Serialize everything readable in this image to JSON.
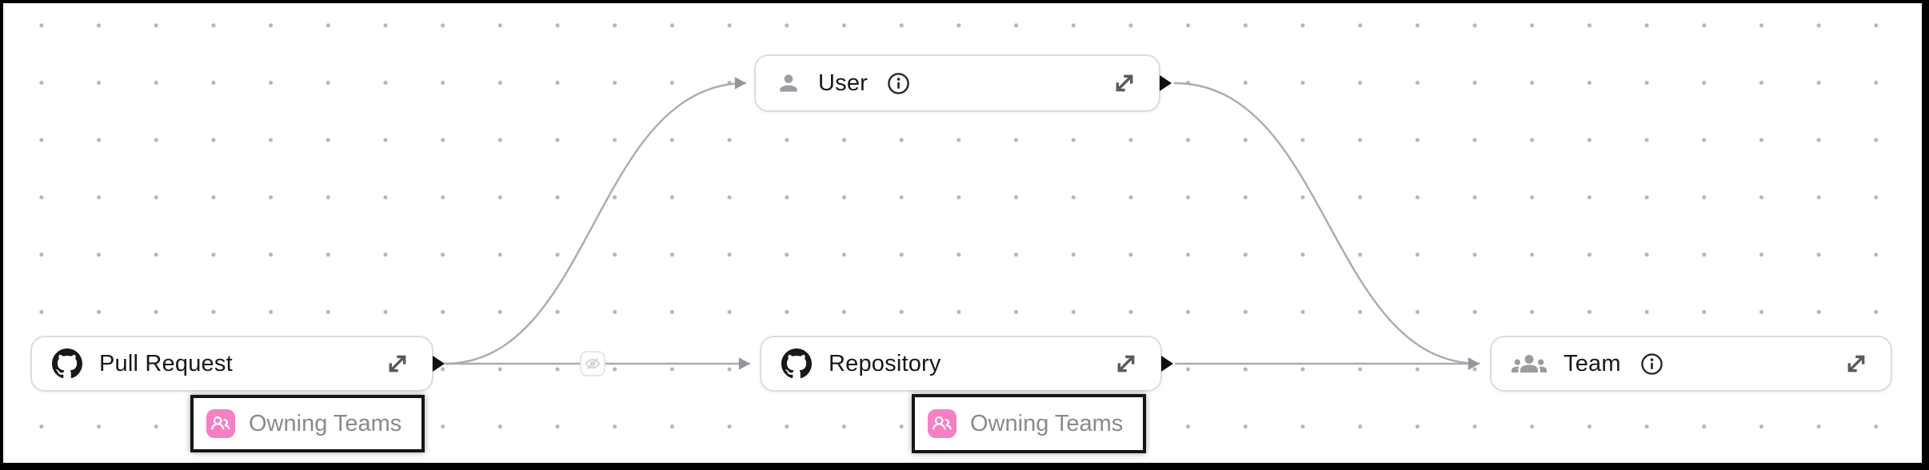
{
  "diagram": {
    "nodes": [
      {
        "label": "Pull Request",
        "icon": "github-icon",
        "buttons": [
          "expand"
        ]
      },
      {
        "label": "User",
        "icon": "user-icon",
        "buttons": [
          "info",
          "expand"
        ]
      },
      {
        "label": "Repository",
        "icon": "github-icon",
        "buttons": [
          "expand"
        ]
      },
      {
        "label": "Team",
        "icon": "team-icon",
        "buttons": [
          "info",
          "expand"
        ]
      }
    ],
    "edges": [
      {
        "from": "Pull Request",
        "to": "User"
      },
      {
        "from": "Pull Request",
        "to": "Repository",
        "badge": "eye-off-icon"
      },
      {
        "from": "User",
        "to": "Team"
      },
      {
        "from": "Repository",
        "to": "Team"
      }
    ],
    "annotations": [
      {
        "label": "Owning Teams",
        "icon": "people-icon",
        "attached_to": "Pull Request"
      },
      {
        "label": "Owning Teams",
        "icon": "people-icon",
        "attached_to": "Repository"
      }
    ]
  },
  "colors": {
    "frame": "#000000",
    "canvas_background": "#ffffff",
    "grid_dot": "#b5b5b5",
    "edge": "#a9aab3",
    "arrowhead": "#94959d",
    "node_border": "#dcdcdf",
    "node_text": "#18181b",
    "muted_icon": "#9b9ba1",
    "github_icon": "#18181b",
    "badge_icon": "#d2d2d8",
    "annotation_border": "#151515",
    "annotation_text": "#8a8a8e",
    "annotation_icon_bg": "#f580c3"
  }
}
